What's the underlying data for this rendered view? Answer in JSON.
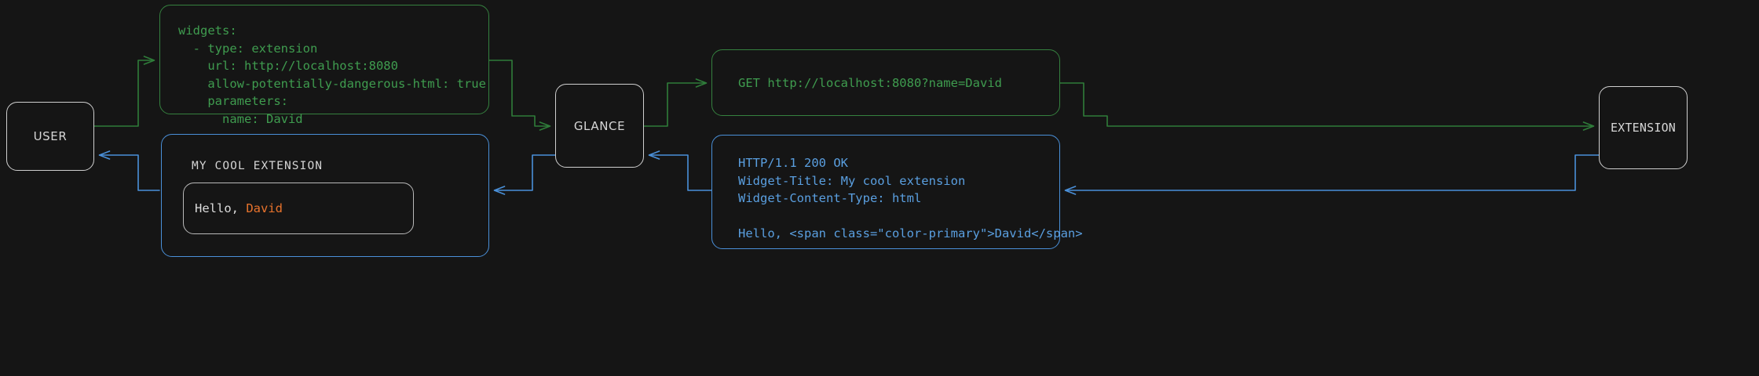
{
  "diagram": {
    "title": "Glance extension request/response flow",
    "background": "#151515",
    "colors": {
      "request_green": "#3f9c4f",
      "response_blue": "#5a9fe0",
      "node_border": "#cfcfcf",
      "accent_orange": "#e8732c"
    }
  },
  "nodes": {
    "user": {
      "label": "USER"
    },
    "glance": {
      "label": "GLANCE"
    },
    "extension": {
      "label": "EXTENSION"
    }
  },
  "config_box": {
    "kind": "yaml-config",
    "color": "#3f9c4f",
    "lines": [
      "widgets:",
      "  - type: extension",
      "    url: http://localhost:8080",
      "    allow-potentially-dangerous-html: true",
      "    parameters:",
      "      name: David"
    ],
    "text": "widgets:\n  - type: extension\n    url: http://localhost:8080\n    allow-potentially-dangerous-html: true\n    parameters:\n      name: David"
  },
  "request_box": {
    "kind": "http-request",
    "color": "#3f9c4f",
    "lines": [
      "GET http://localhost:8080?name=David"
    ],
    "text": "GET http://localhost:8080?name=David"
  },
  "response_box": {
    "kind": "http-response",
    "color": "#5a9fe0",
    "lines": [
      "HTTP/1.1 200 OK",
      "Widget-Title: My cool extension",
      "Widget-Content-Type: html",
      "",
      "Hello, <span class=\"color-primary\">David</span>"
    ],
    "text": "HTTP/1.1 200 OK\nWidget-Title: My cool extension\nWidget-Content-Type: html\n\nHello, <span class=\"color-primary\">David</span>"
  },
  "widget_box": {
    "kind": "rendered-widget",
    "color": "#5a9fe0",
    "title": "MY COOL EXTENSION",
    "greeting_prefix": "Hello, ",
    "greeting_name": "David"
  }
}
